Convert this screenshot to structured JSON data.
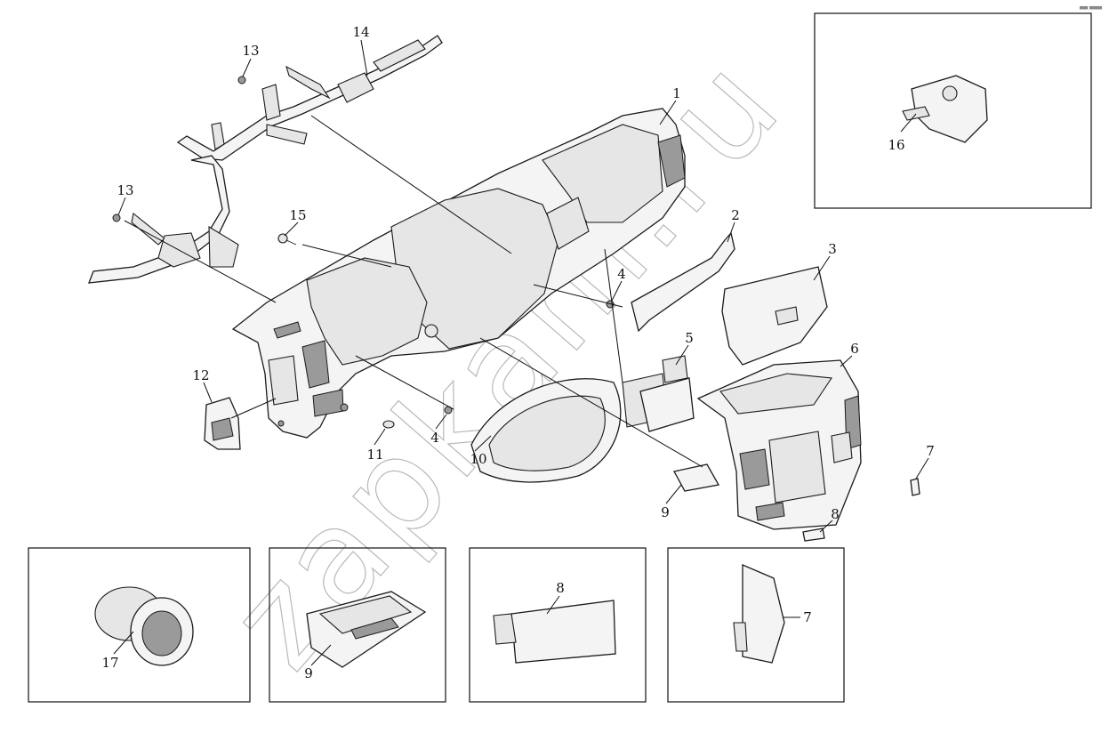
{
  "watermark": "zapkam.ru",
  "corner_text": "▄▄ ▄▄▄",
  "callouts": [
    {
      "id": "c1",
      "label": "1"
    },
    {
      "id": "c2",
      "label": "2"
    },
    {
      "id": "c3",
      "label": "3"
    },
    {
      "id": "c4a",
      "label": "4"
    },
    {
      "id": "c4b",
      "label": "4"
    },
    {
      "id": "c5",
      "label": "5"
    },
    {
      "id": "c6",
      "label": "6"
    },
    {
      "id": "c7",
      "label": "7"
    },
    {
      "id": "c8",
      "label": "8"
    },
    {
      "id": "c9",
      "label": "9"
    },
    {
      "id": "c10",
      "label": "10"
    },
    {
      "id": "c11",
      "label": "11"
    },
    {
      "id": "c12",
      "label": "12"
    },
    {
      "id": "c13a",
      "label": "13"
    },
    {
      "id": "c13b",
      "label": "13"
    },
    {
      "id": "c14",
      "label": "14"
    },
    {
      "id": "c15",
      "label": "15"
    },
    {
      "id": "c16",
      "label": "16"
    }
  ],
  "detail_callouts": [
    {
      "id": "d17",
      "label": "17"
    },
    {
      "id": "d9",
      "label": "9"
    },
    {
      "id": "d8",
      "label": "8"
    },
    {
      "id": "d7",
      "label": "7"
    }
  ]
}
